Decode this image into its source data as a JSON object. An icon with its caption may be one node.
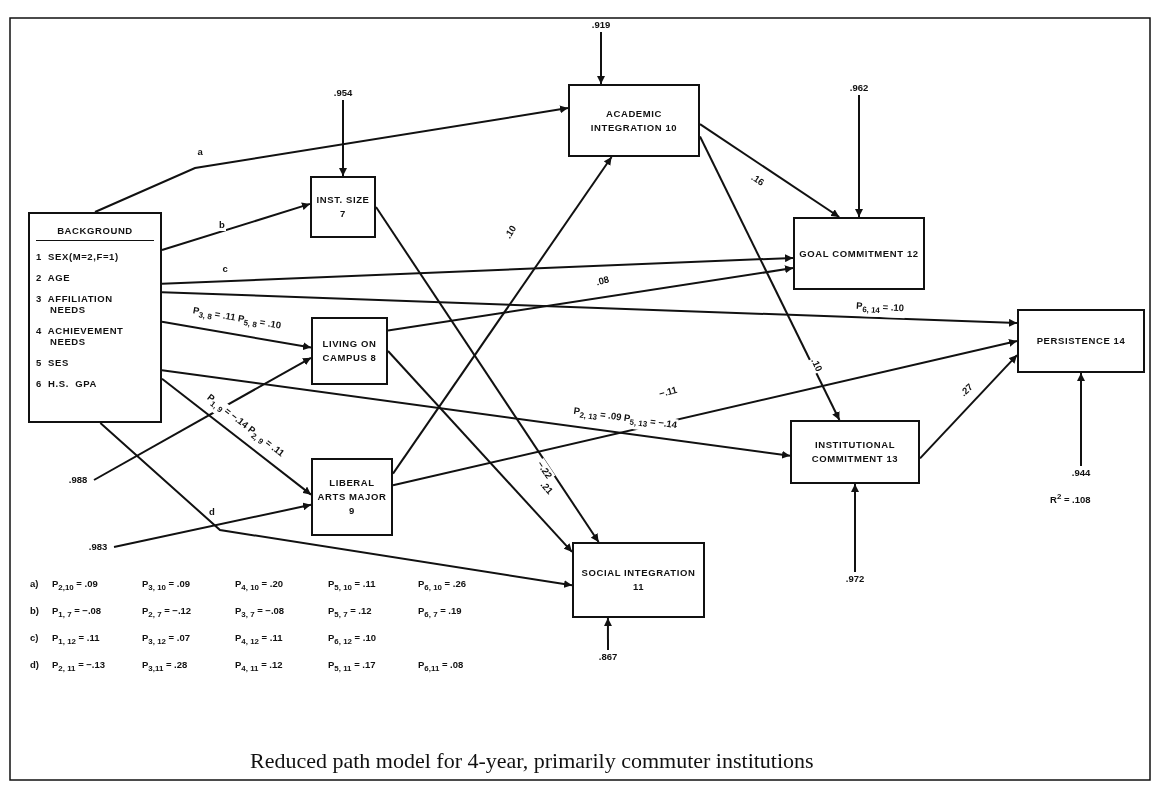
{
  "diagram": {
    "caption": "Reduced path model for 4-year, primarily commuter institutions",
    "nodes": [
      {
        "text": [
          "BACKGROUND",
          "1 SEX(M=2,F=1)",
          "2 AGE",
          "3 AFFILIATION NEEDS",
          "4 ACHIEVEMENT NEEDS",
          "5 SES",
          "6 H.S. GPA"
        ]
      },
      {
        "text": [
          "INST. SIZE 7"
        ]
      },
      {
        "text": [
          "LIVING ON CAMPUS 8"
        ]
      },
      {
        "text": [
          "LIBERAL ARTS MAJOR 9"
        ]
      },
      {
        "text": [
          "ACADEMIC INTEGRATION 10"
        ]
      },
      {
        "text": [
          "SOCIAL INTEGRATION 11"
        ]
      },
      {
        "text": [
          "GOAL COMMITMENT 12"
        ]
      },
      {
        "text": [
          "INSTITUTIONAL COMMITMENT 13"
        ]
      },
      {
        "text": [
          "PERSISTENCE 14"
        ]
      },
      {
        "text": [
          ".919"
        ]
      },
      {
        "text": [
          ".954"
        ]
      },
      {
        "text": [
          ".962"
        ]
      },
      {
        "text": [
          ".988"
        ]
      },
      {
        "text": [
          ".983"
        ]
      },
      {
        "text": [
          ".867"
        ]
      },
      {
        "text": [
          ".972"
        ]
      },
      {
        "text": [
          ".944"
        ]
      }
    ],
    "edges": [
      {
        "from": 0,
        "to": 4,
        "arrow": "to",
        "label": "a"
      },
      {
        "from": 0,
        "to": 1,
        "arrow": "to",
        "label": "b"
      },
      {
        "from": 0,
        "to": 6,
        "arrow": "to",
        "label": "c"
      },
      {
        "from": 0,
        "to": 8,
        "arrow": "to",
        "label": "P$_{6, 14}$ = .10"
      },
      {
        "from": 0,
        "to": 2,
        "arrow": "to",
        "label": "P$_{3, 8}$ = .11 P$_{5, 8}$ = .10"
      },
      {
        "from": 0,
        "to": 7,
        "arrow": "to",
        "label": "P$_{2, 13}$ = .09 P$_{5, 13}$ = −.14"
      },
      {
        "from": 0,
        "to": 3,
        "arrow": "to",
        "label": "P$_{1, 9}$ = −.14 P$_{2, 9}$ = .11"
      },
      {
        "from": 0,
        "to": 5,
        "arrow": "to",
        "label": "d"
      },
      {
        "from": 12,
        "to": 2,
        "arrow": "to"
      },
      {
        "from": 13,
        "to": 3,
        "arrow": "to"
      },
      {
        "from": 1,
        "to": 5,
        "arrow": "to",
        "label": "−.22"
      },
      {
        "from": 2,
        "to": 6,
        "arrow": "to",
        "label": ".08"
      },
      {
        "from": 2,
        "to": 5,
        "arrow": "to",
        "label": ".21"
      },
      {
        "from": 3,
        "to": 4,
        "arrow": "to",
        "label": ".10"
      },
      {
        "from": 3,
        "to": 8,
        "arrow": "to",
        "label": "−.11"
      },
      {
        "from": 4,
        "to": 6,
        "arrow": "to",
        "label": ".16"
      },
      {
        "from": 4,
        "to": 7,
        "arrow": "to",
        "label": ".10"
      },
      {
        "from": 7,
        "to": 8,
        "arrow": "to",
        "label": ".27"
      },
      {
        "from": 9,
        "to": 4,
        "arrow": "to"
      },
      {
        "from": 10,
        "to": 1,
        "arrow": "to"
      },
      {
        "from": 11,
        "to": 6,
        "arrow": "to"
      },
      {
        "from": 14,
        "to": 5,
        "arrow": "to"
      },
      {
        "from": 15,
        "to": 7,
        "arrow": "to"
      },
      {
        "from": 16,
        "to": 8,
        "arrow": "to"
      }
    ],
    "labels": [
      "R$^{2}$ = .108",
      "a)",
      "P$_{2,10}$ = .09",
      "P$_{3, 10}$ = .09",
      "P$_{4, 10}$ = .20",
      "P$_{5, 10}$ = .11",
      "P$_{6, 10}$ = .26",
      "b)",
      "P$_{1, 7}$ = −.08",
      "P$_{2, 7}$ = −.12",
      "P$_{3, 7}$ = −.08",
      "P$_{5, 7}$ = .12",
      "P$_{6, 7}$ = .19",
      "c)",
      "P$_{1, 12}$ = .11",
      "P$_{3, 12}$ = .07",
      "P$_{4, 12}$ = .11",
      "P$_{6, 12}$ = .10",
      "d)",
      "P$_{2, 11}$ = −.13",
      "P$_{3,11}$ = .28",
      "P$_{4, 11}$ = .12",
      "P$_{5, 11}$ = .17",
      "P$_{6,11}$ = .08"
    ]
  }
}
